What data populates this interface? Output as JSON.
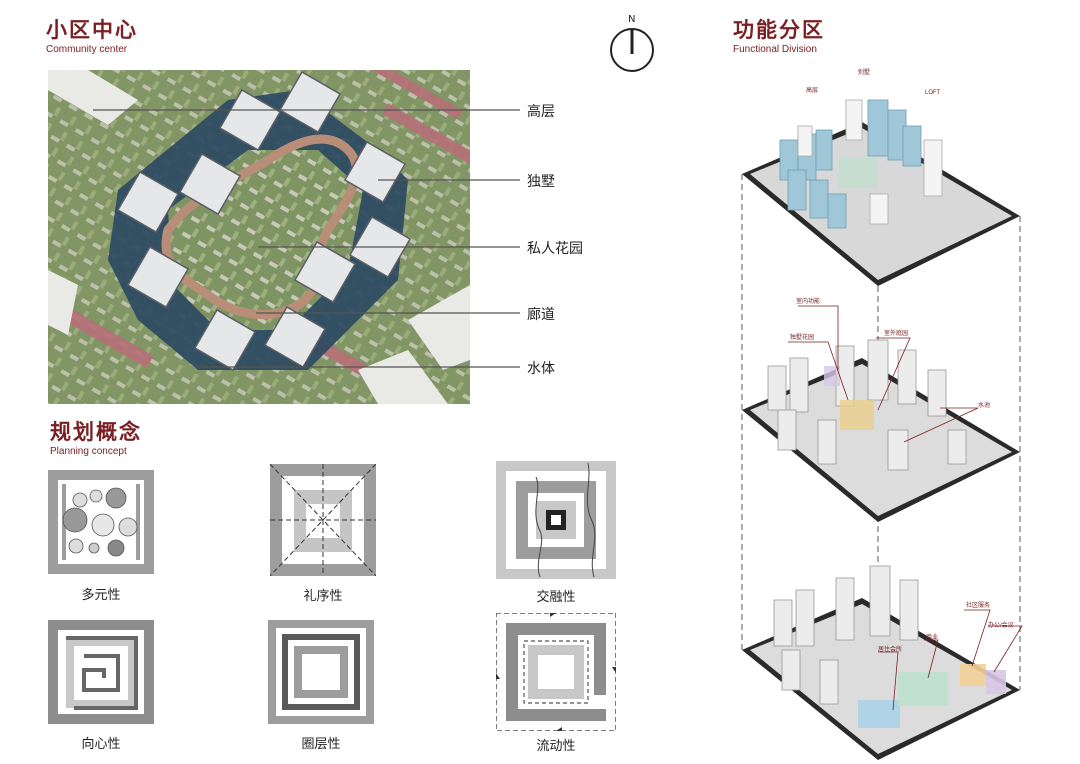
{
  "community_center": {
    "title_cn": "小区中心",
    "title_en": "Community center",
    "callouts": [
      "高层",
      "独墅",
      "私人花园",
      "廊道",
      "水体"
    ]
  },
  "compass": {
    "north": "N"
  },
  "planning_concept": {
    "title_cn": "规划概念",
    "title_en": "Planning concept",
    "items": [
      "多元性",
      "礼序性",
      "交融性",
      "向心性",
      "圈层性",
      "流动性"
    ]
  },
  "functional_division": {
    "title_cn": "功能分区",
    "title_en": "Functional Division",
    "layer1_labels": [
      "高层",
      "别墅",
      "LOFT"
    ],
    "layer2_labels": [
      "室内功能",
      "独墅花园",
      "室外庭园",
      "水池"
    ],
    "layer3_labels": [
      "居住会所",
      "商业",
      "社区服务",
      "办公/会议"
    ]
  },
  "colors": {
    "accent": "#7a2024",
    "water": "#2c4a63",
    "lawn": "#7f9463",
    "path": "#b98e78"
  }
}
